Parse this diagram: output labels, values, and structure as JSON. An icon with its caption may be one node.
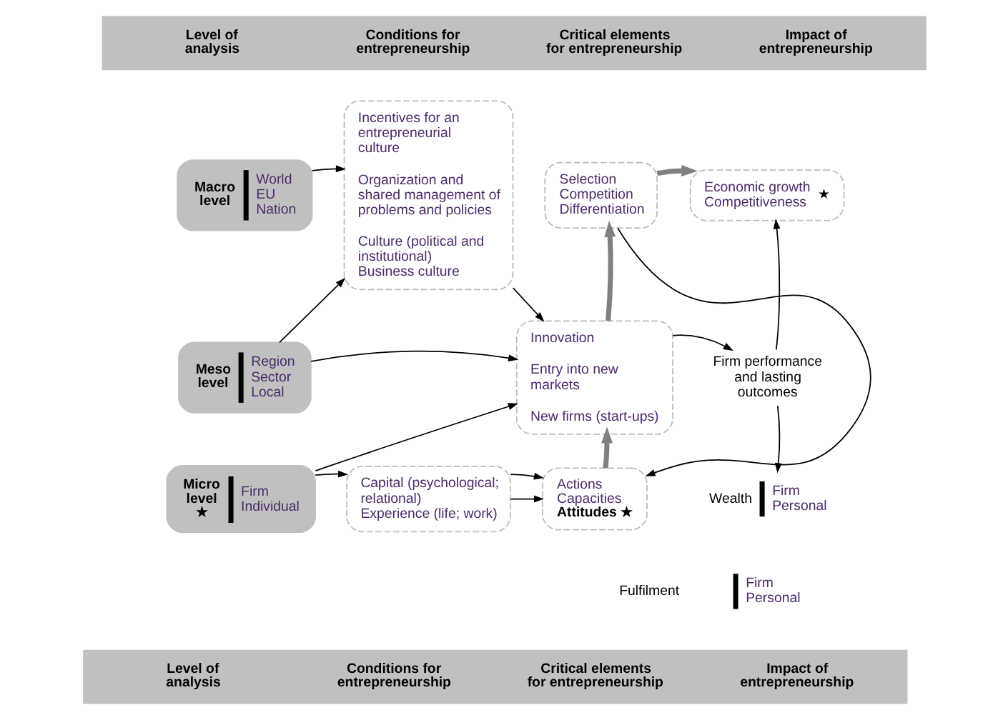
{
  "diagram": {
    "nodes": [
      {
        "text": [
          "Level of analysis",
          "Conditions for entrepreneurship",
          "Critical elements for entrepreneurship",
          "Impact of entrepreneurship"
        ]
      },
      {
        "text": [
          "Macro level",
          "World EU Nation"
        ]
      },
      {
        "text": [
          "Meso level",
          "Region Sector Local"
        ]
      },
      {
        "text": [
          "Micro level ★",
          "Firm Individual"
        ]
      },
      {
        "text": [
          "Incentives for an entrepreneurial culture",
          "Organization and shared management of problems and policies",
          "Culture (political and institutional)",
          "Business culture"
        ]
      },
      {
        "text": [
          "Capital (psychological; relational)",
          "Experience (life; work)"
        ]
      },
      {
        "text": [
          "Selection Competition Differentiation"
        ]
      },
      {
        "text": [
          "Economic growth Competitiveness",
          "★"
        ]
      },
      {
        "text": [
          "Innovation",
          "Entry into new markets",
          "New firms (start-ups)"
        ]
      },
      {
        "text": [
          "Actions Capacities",
          "Attitudes ★"
        ]
      },
      {
        "text": [
          "Firm performance and lasting outcomes"
        ]
      },
      {
        "text": [
          "Wealth",
          "Firm Personal"
        ]
      },
      {
        "text": [
          "Level of analysis",
          "Conditions for entrepreneurship",
          "Critical elements for entrepreneurship",
          "Impact of entrepreneurship"
        ]
      }
    ],
    "edges": [
      {
        "from": 1,
        "to": 4,
        "arrow": "to"
      },
      {
        "from": 2,
        "to": 4,
        "arrow": "to"
      },
      {
        "from": 3,
        "to": 5,
        "arrow": "to"
      },
      {
        "from": 2,
        "to": 8,
        "arrow": "to"
      },
      {
        "from": 3,
        "to": 8,
        "arrow": "to"
      },
      {
        "from": 4,
        "to": 8,
        "arrow": "to"
      },
      {
        "from": 6,
        "to": 9,
        "arrow": "to"
      },
      {
        "from": 5,
        "to": 9,
        "arrow": "to"
      },
      {
        "from": 5,
        "to": 9,
        "arrow": "to"
      },
      {
        "from": 9,
        "to": 8,
        "arrow": "to",
        "style": "thick",
        "color": "#808080"
      },
      {
        "from": 8,
        "to": 6,
        "arrow": "to",
        "style": "thick",
        "color": "#808080"
      },
      {
        "from": 6,
        "to": 7,
        "arrow": "to",
        "style": "thick",
        "color": "#808080"
      },
      {
        "from": 8,
        "to": 10,
        "arrow": "to"
      },
      {
        "from": 10,
        "to": 7,
        "arrow": "to"
      },
      {
        "from": 10,
        "to": 11,
        "arrow": "to"
      }
    ],
    "labels": [
      "Fulfilment",
      "Firm Personal"
    ]
  }
}
